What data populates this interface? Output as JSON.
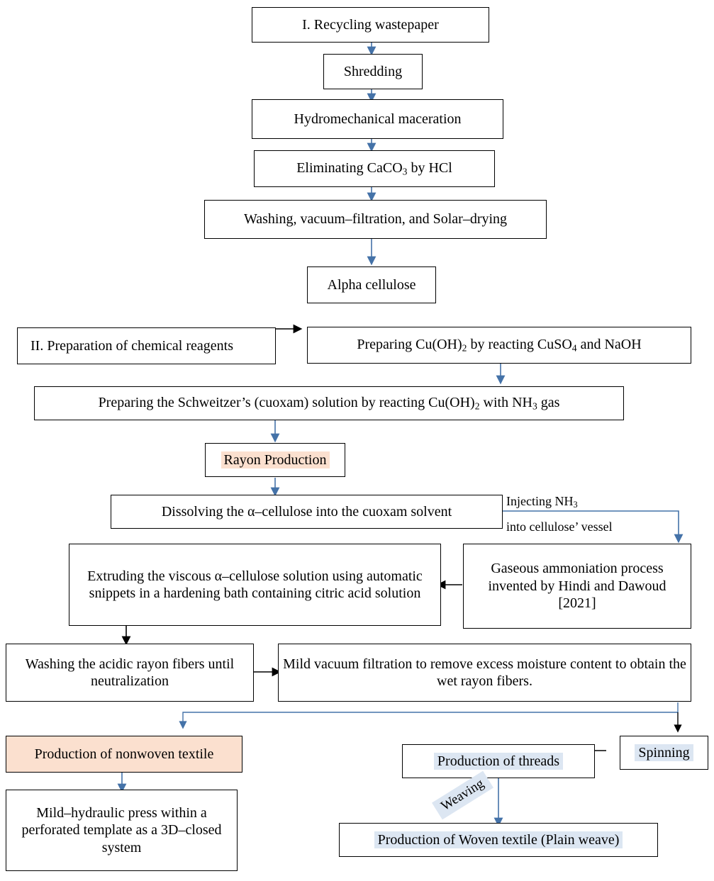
{
  "diagram": {
    "title": "Rayon production flowchart from recycled wastepaper",
    "colors": {
      "arrow_blue": "#4472a8",
      "arrow_black": "#000000",
      "highlight_peach": "#fbe0cf",
      "highlight_blue": "#dce6f2",
      "box_border": "#000000",
      "background": "#ffffff"
    }
  },
  "nodes": {
    "recycling_wastepaper": "I. Recycling wastepaper",
    "shredding": "Shredding",
    "hydromechanical_maceration": "Hydromechanical maceration",
    "eliminating_caco3": "Eliminating CaCO₃ by HCl",
    "washing_vacuum_solar": "Washing, vacuum–filtration, and Solar–drying",
    "alpha_cellulose": "Alpha cellulose",
    "prep_chemical_reagents": "II. Preparation of chemical reagents",
    "preparing_cuoh2": "Preparing Cu(OH)₂ by reacting CuSO₄ and NaOH",
    "preparing_schweitzer": "Preparing the Schweitzer’s (cuoxam) solution by reacting Cu(OH)₂ with NH₃ gas",
    "rayon_production": "Rayon Production",
    "dissolving_alpha": "Dissolving the α–cellulose into the cuoxam solvent",
    "gaseous_ammoniation": "Gaseous ammoniation process invented by Hindi and Dawoud [2021]",
    "extruding_viscous": "Extruding the viscous α–cellulose solution using automatic snippets in a hardening bath containing citric acid solution",
    "washing_acidic_fibers": "Washing the acidic rayon fibers until neutralization",
    "mild_vacuum_filtration": "Mild vacuum filtration to remove excess moisture content to obtain the wet rayon fibers.",
    "production_nonwoven": "Production of nonwoven textile",
    "mild_hydraulic_press": "Mild–hydraulic press within a perforated template as a 3D–closed system",
    "spinning": "Spinning",
    "production_threads": "Production of threads",
    "production_woven": "Production of Woven textile (Plain weave)"
  },
  "edge_labels": {
    "injecting_line1": "Injecting NH₃",
    "injecting_line2": "into cellulose’ vessel",
    "weaving": "Weaving"
  }
}
